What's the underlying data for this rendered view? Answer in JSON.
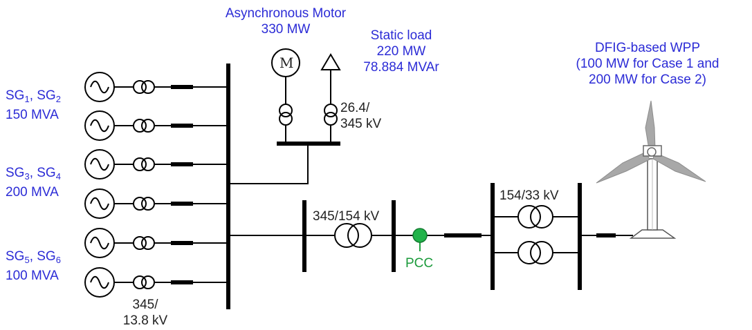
{
  "colors": {
    "label_blue": "#2b2bd6",
    "pcc_green": "#1fa13f",
    "line": "#000000",
    "turbine_gray": "#a8a8a8"
  },
  "motor": {
    "title": "Asynchronous Motor",
    "rating": "330 MW",
    "symbol": "M"
  },
  "static_load": {
    "title": "Static load",
    "p": "220 MW",
    "q": "78.884 MVAr"
  },
  "wpp": {
    "title": "DFIG-based WPP",
    "case_line1": "(100 MW for Case 1 and",
    "case_line2": "200 MW for Case 2)"
  },
  "generators": [
    {
      "name": "SG",
      "sub_a": "1",
      "sep": ", SG",
      "sub_b": "2",
      "rating": "150 MVA"
    },
    {
      "name": "SG",
      "sub_a": "3",
      "sep": ", SG",
      "sub_b": "4",
      "rating": "200 MVA"
    },
    {
      "name": "SG",
      "sub_a": "5",
      "sep": ", SG",
      "sub_b": "6",
      "rating": "100 MVA"
    }
  ],
  "transformers": {
    "gen_step_up_line1": "345/",
    "gen_step_up_line2": "13.8 kV",
    "load_line1": "26.4/",
    "load_line2": "345 kV",
    "tx_345_154": "345/154 kV",
    "tx_154_33": "154/33 kV"
  },
  "pcc": {
    "label": "PCC"
  }
}
